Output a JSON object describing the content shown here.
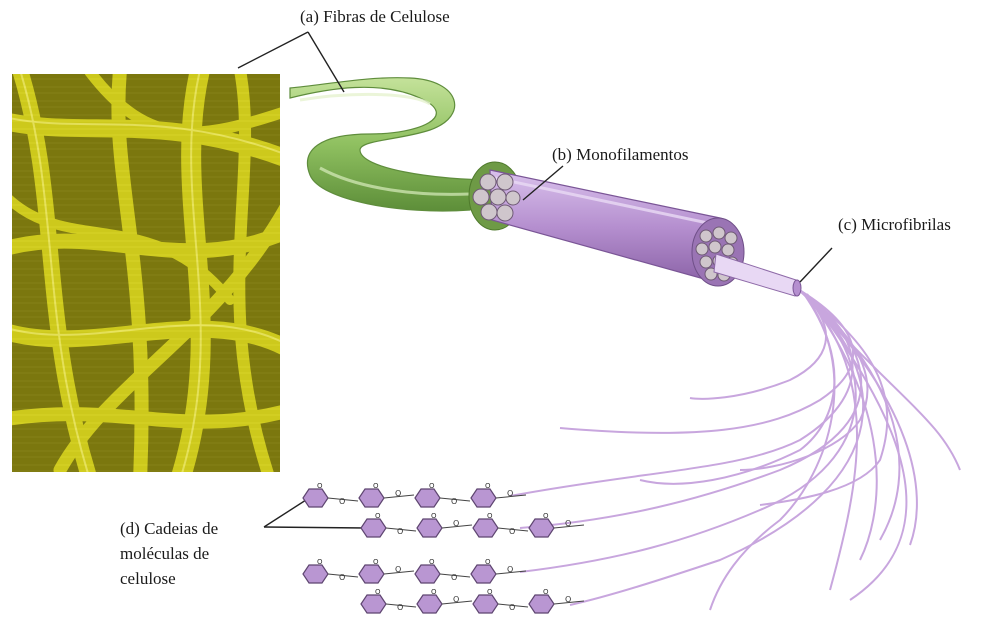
{
  "labels": {
    "a": "(a) Fibras de Celulose",
    "b": "(b) Monofilamentos",
    "c": "(c) Microfibrilas",
    "d_line1": "(d) Cadeias de",
    "d_line2": "moléculas de",
    "d_line3": "celulose"
  },
  "molecule_atom_label": "O",
  "colors": {
    "micrograph_yellow": "#d8d420",
    "fiber_green": "#8fc060",
    "monofilament_purple": "#b58fcf",
    "microfibril_purple": "#caa8e0",
    "ring_purple": "#b996d2",
    "leader_line": "#222222"
  }
}
